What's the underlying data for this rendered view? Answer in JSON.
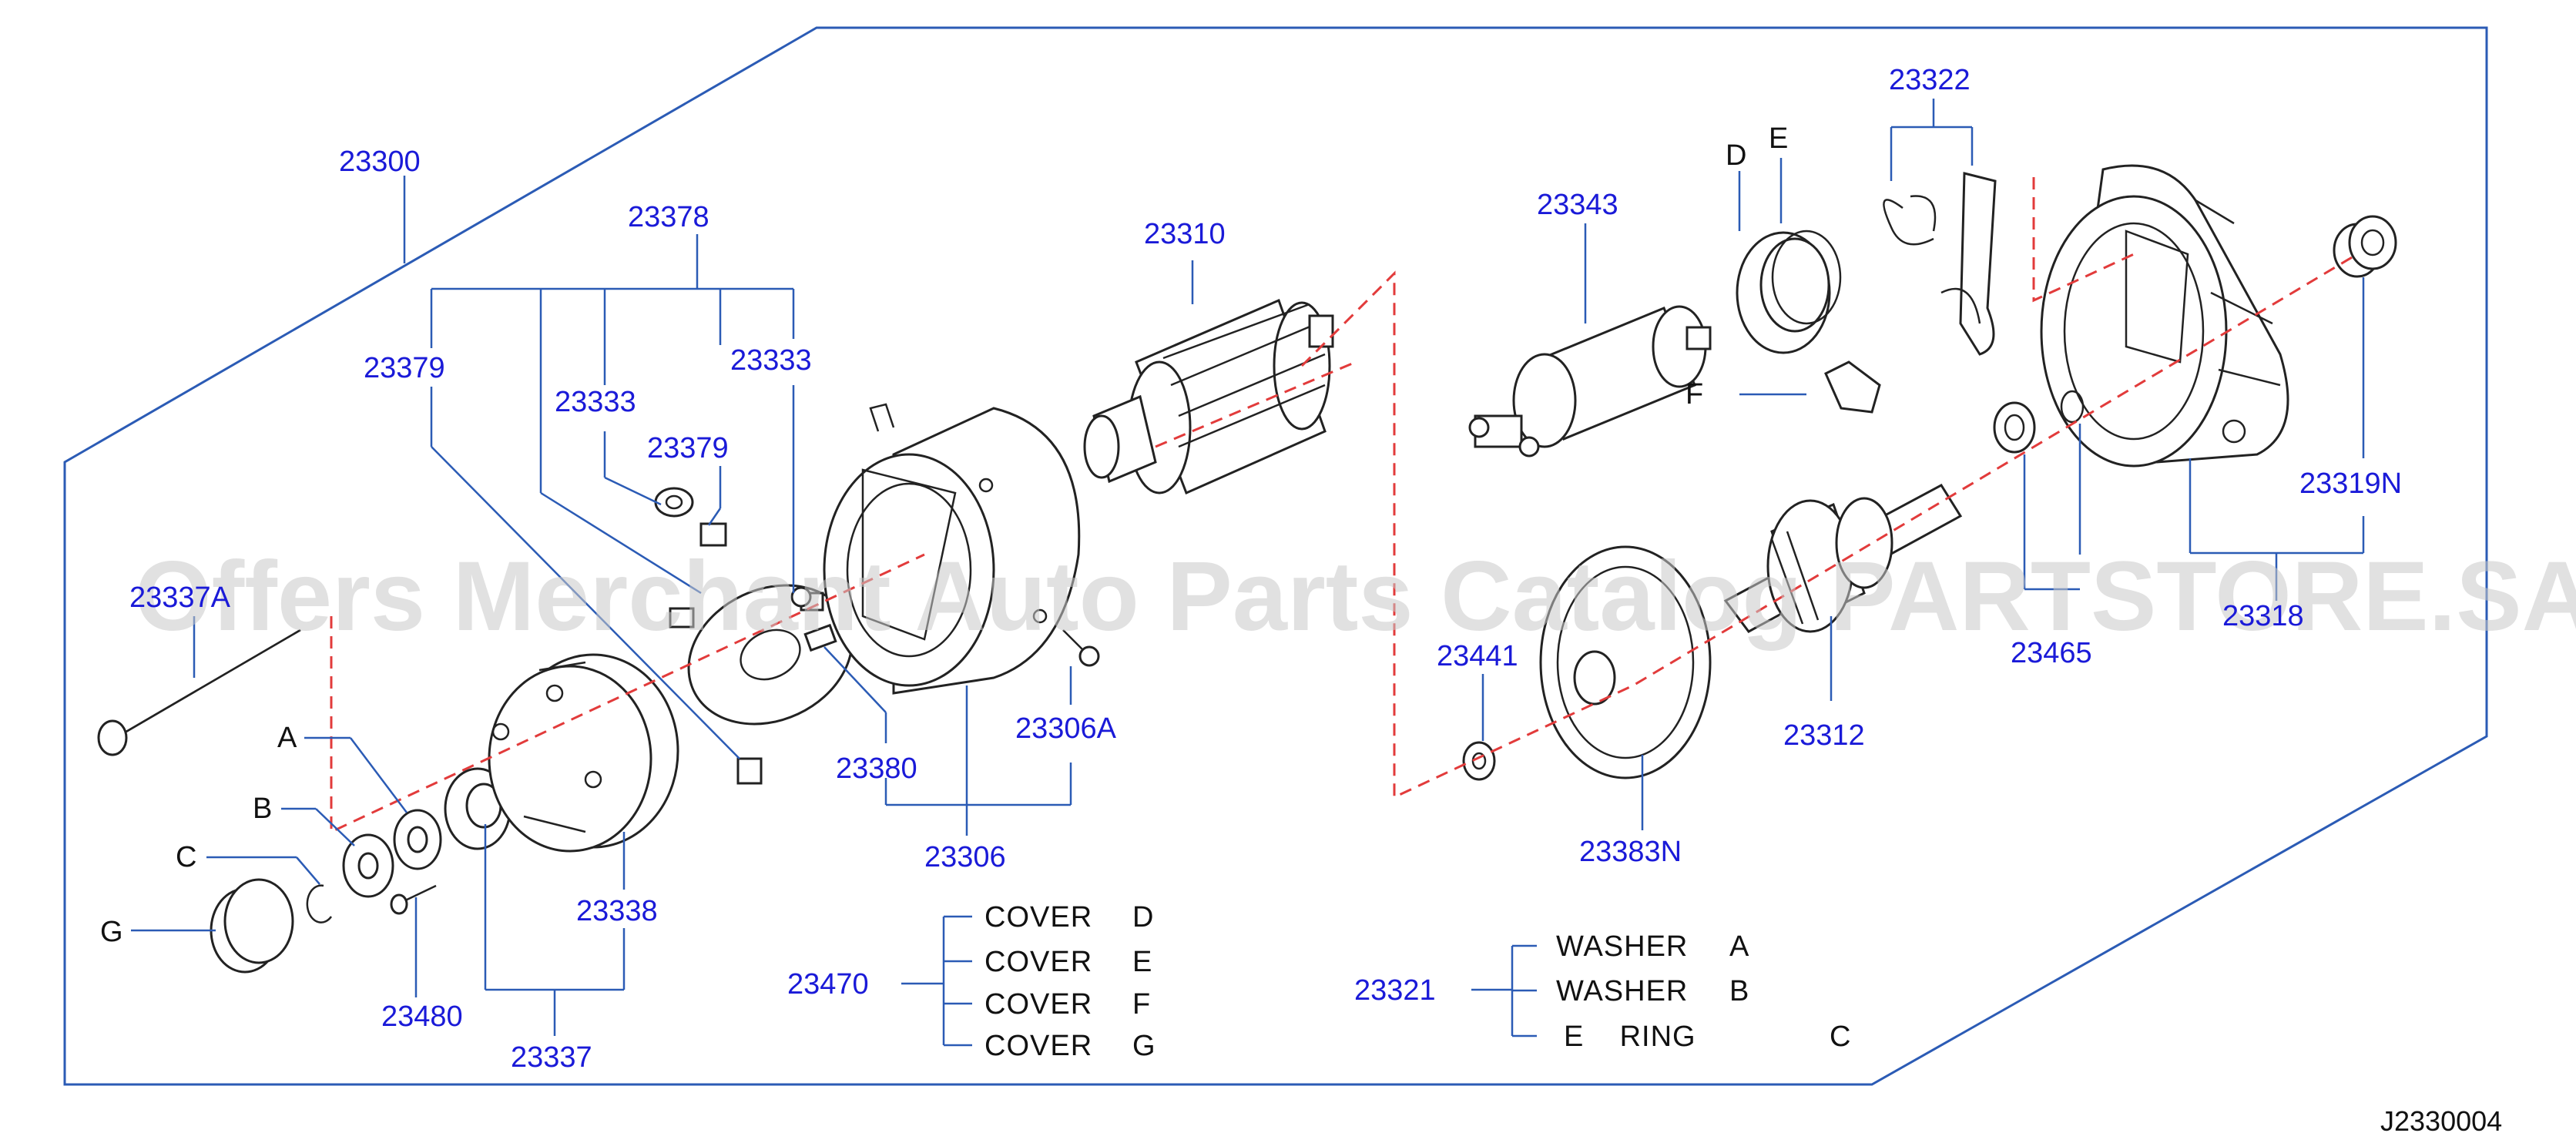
{
  "diagram": {
    "id_code": "J2330004",
    "watermark": "Offers Merchant Auto Parts Catalog PARTSTORE.SA",
    "colors": {
      "frame": "#2b5bb5",
      "part_number": "#1a1ad8",
      "assembly_axis": "#e23b3b",
      "outline": "#222222"
    },
    "part_numbers": [
      "23300",
      "23378",
      "23379",
      "23333",
      "23333",
      "23379",
      "23310",
      "23343",
      "23322",
      "23319N",
      "23318",
      "23465",
      "23312",
      "23441",
      "23383N",
      "23380",
      "23306A",
      "23306",
      "23338",
      "23480",
      "23337",
      "23337A"
    ],
    "reference_letters": [
      "A",
      "B",
      "C",
      "G",
      "D",
      "E",
      "F"
    ],
    "legend_23470": {
      "part_number": "23470",
      "rows": [
        {
          "name": "COVER",
          "letter": "D"
        },
        {
          "name": "COVER",
          "letter": "E"
        },
        {
          "name": "COVER",
          "letter": "F"
        },
        {
          "name": "COVER",
          "letter": "G"
        }
      ]
    },
    "legend_23321": {
      "part_number": "23321",
      "rows": [
        {
          "name": "WASHER",
          "letter": "A"
        },
        {
          "name": "WASHER",
          "letter": "B"
        },
        {
          "name": "E    RING",
          "letter": "C"
        }
      ]
    }
  }
}
